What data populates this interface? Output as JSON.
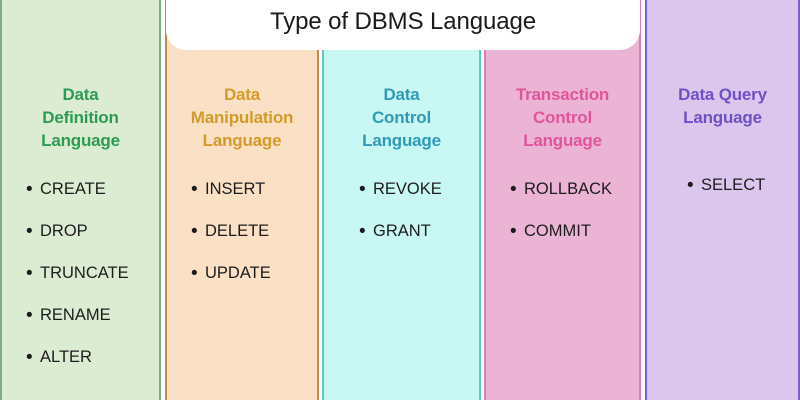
{
  "header": {
    "title": "Type of DBMS Language"
  },
  "colors": {
    "ddl_accent": "#2c9b53",
    "ddl_bg": "#dcecd2",
    "dml_accent": "#d59a28",
    "dml_bg": "#fae0c5",
    "dcl_accent": "#2f9bb6",
    "dcl_bg": "#c8f7f4",
    "tcl_accent": "#e0549b",
    "tcl_bg": "#ecb4d4",
    "dql_accent": "#6d50c6",
    "dql_bg": "#ddc6ee",
    "card_bg": "#ffffff",
    "text": "#1c1c1c"
  },
  "bullet_glyph": "•",
  "columns": [
    {
      "id": "ddl",
      "title": "Data\nDefinition\nLanguage",
      "title_lines": [
        "Data",
        "Definition",
        "Language"
      ],
      "items": [
        "CREATE",
        "DROP",
        "TRUNCATE",
        "RENAME",
        "ALTER"
      ]
    },
    {
      "id": "dml",
      "title": "Data\nManipulation\nLanguage",
      "title_lines": [
        "Data",
        "Manipulation",
        "Language"
      ],
      "items": [
        "INSERT",
        "DELETE",
        "UPDATE"
      ]
    },
    {
      "id": "dcl",
      "title": "Data\nControl\nLanguage",
      "title_lines": [
        "Data",
        "Control",
        "Language"
      ],
      "items": [
        "REVOKE",
        "GRANT"
      ]
    },
    {
      "id": "tcl",
      "title": "Transaction\nControl\nLanguage",
      "title_lines": [
        "Transaction",
        "Control",
        "Language"
      ],
      "items": [
        "ROLLBACK",
        "COMMIT"
      ]
    },
    {
      "id": "dql",
      "title": "Data Query\nLanguage",
      "title_lines": [
        "Data Query",
        "Language"
      ],
      "items": [
        "SELECT"
      ]
    }
  ]
}
